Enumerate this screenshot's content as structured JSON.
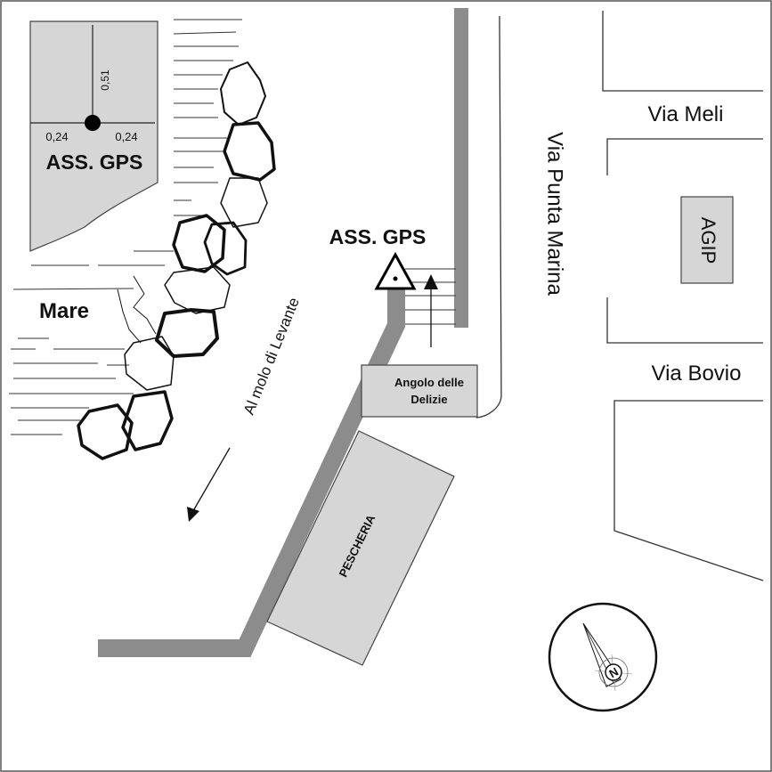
{
  "inset": {
    "title": "ASS. GPS",
    "dim_vertical": "0,51",
    "dim_left": "0,24",
    "dim_right": "0,24"
  },
  "labels": {
    "sea": "Mare",
    "gps_marker": "ASS. GPS",
    "pier_direction": "Al molo di Levante",
    "street_main": "Via Punta Marina",
    "street_meli": "Via Meli",
    "street_bovio": "Via Bovio",
    "station": "AGIP",
    "shop_line1": "Angolo delle",
    "shop_line2": "Delizie",
    "fish_market": "PESCHERIA",
    "compass": "N"
  },
  "colors": {
    "wall": "#8c8c8c",
    "block_fill": "#d6d6d6",
    "line": "#111111"
  }
}
